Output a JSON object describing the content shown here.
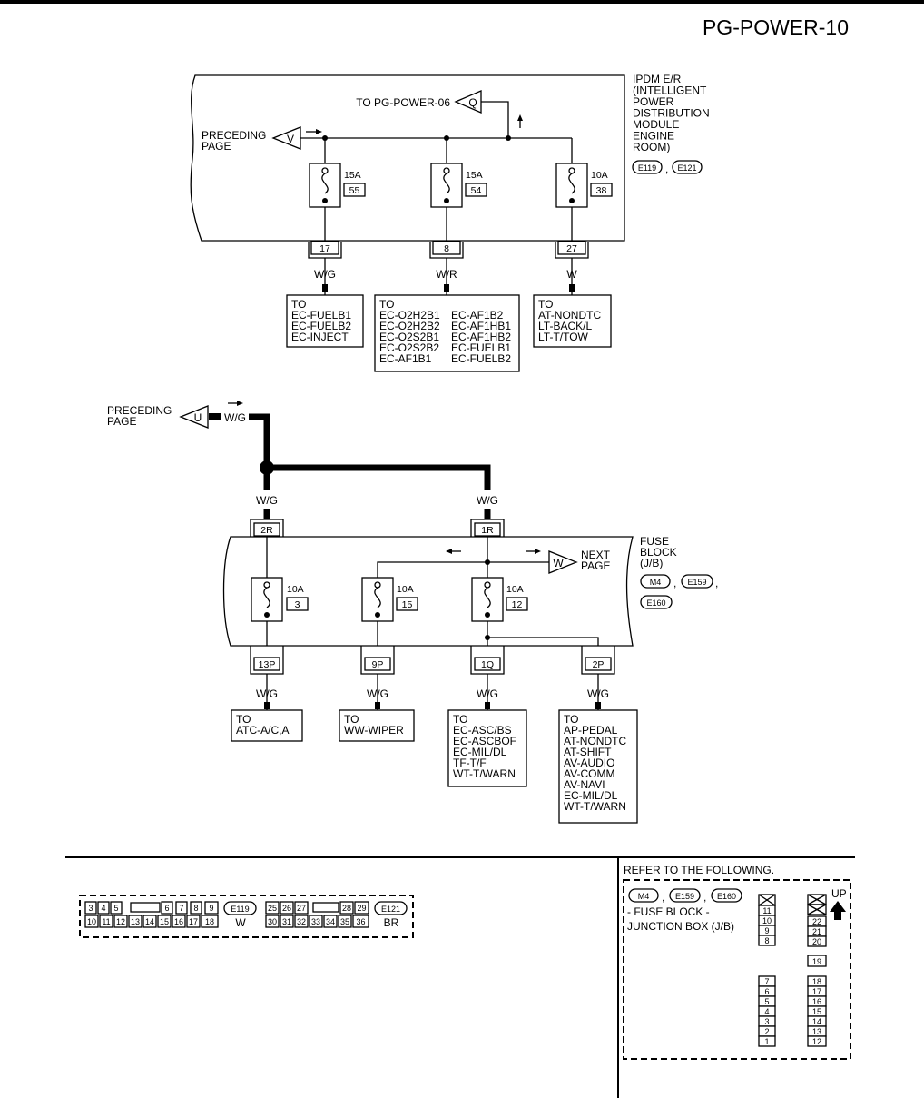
{
  "page_code": "PG-POWER-10",
  "ipdm": {
    "title_lines": [
      "IPDM E/R",
      "(INTELLIGENT",
      "POWER",
      "DISTRIBUTION",
      "MODULE",
      "ENGINE",
      "ROOM)"
    ],
    "connectors": [
      "E119",
      "E121"
    ],
    "preceding_lines": [
      "PRECEDING",
      "PAGE"
    ],
    "preceding_symbol": "V",
    "to_page_label": "TO PG-POWER-06",
    "to_page_symbol": "Q",
    "fuses": [
      {
        "amp": "15A",
        "num": "55",
        "terminal": "17",
        "wire": "W/G"
      },
      {
        "amp": "15A",
        "num": "54",
        "terminal": "8",
        "wire": "W/R"
      },
      {
        "amp": "10A",
        "num": "38",
        "terminal": "27",
        "wire": "W"
      }
    ],
    "dest1": [
      "TO",
      "EC-FUELB1",
      "EC-FUELB2",
      "EC-INJECT"
    ],
    "dest2_col1": [
      "TO",
      "EC-O2H2B1",
      "EC-O2H2B2",
      "EC-O2S2B1",
      "EC-O2S2B2",
      "EC-AF1B1"
    ],
    "dest2_col2": [
      "",
      "EC-AF1B2",
      "EC-AF1HB1",
      "EC-AF1HB2",
      "EC-FUELB1",
      "EC-FUELB2"
    ],
    "dest3": [
      "TO",
      "AT-NONDTC",
      "LT-BACK/L",
      "LT-T/TOW"
    ]
  },
  "fuse_block": {
    "preceding_lines": [
      "PRECEDING",
      "PAGE"
    ],
    "preceding_symbol": "U",
    "preceding_wire": "W/G",
    "title_lines": [
      "FUSE",
      "BLOCK",
      "(J/B)"
    ],
    "connectors": [
      "M4",
      "E159",
      "E160"
    ],
    "next_symbol": "W",
    "next_lines": [
      "NEXT",
      "PAGE"
    ],
    "input_left": {
      "terminal": "2R",
      "wire": "W/G"
    },
    "input_right": {
      "terminal": "1R",
      "wire": "W/G"
    },
    "fuses": [
      {
        "amp": "10A",
        "num": "3"
      },
      {
        "amp": "10A",
        "num": "15"
      },
      {
        "amp": "10A",
        "num": "12"
      }
    ],
    "outputs": [
      {
        "terminal": "13P",
        "wire": "W/G",
        "dest": [
          "TO",
          "ATC-A/C,A"
        ]
      },
      {
        "terminal": "9P",
        "wire": "W/G",
        "dest": [
          "TO",
          "WW-WIPER"
        ]
      },
      {
        "terminal": "1Q",
        "wire": "W/G",
        "dest": [
          "TO",
          "EC-ASC/BS",
          "EC-ASCBOF",
          "EC-MIL/DL",
          "TF-T/F",
          "WT-T/WARN"
        ]
      },
      {
        "terminal": "2P",
        "wire": "W/G",
        "dest": [
          "TO",
          "AP-PEDAL",
          "AT-NONDTC",
          "AT-SHIFT",
          "AV-AUDIO",
          "AV-COMM",
          "AV-NAVI",
          "EC-MIL/DL",
          "WT-T/WARN"
        ]
      }
    ]
  },
  "connector_views": {
    "e119": {
      "top": [
        "3",
        "4",
        "5",
        "",
        "6",
        "7",
        "8",
        "9"
      ],
      "bottom": [
        "10",
        "11",
        "12",
        "13",
        "14",
        "15",
        "16",
        "17",
        "18"
      ],
      "name": "E119",
      "color": "W"
    },
    "e121": {
      "top": [
        "25",
        "26",
        "27",
        "",
        "28",
        "29"
      ],
      "bottom": [
        "30",
        "31",
        "32",
        "33",
        "34",
        "35",
        "36"
      ],
      "name": "E121",
      "color": "BR"
    }
  },
  "reference": {
    "heading": "REFER TO THE FOLLOWING.",
    "connectors": [
      "M4",
      "E159",
      "E160"
    ],
    "description_lines": [
      "- FUSE BLOCK -",
      "JUNCTION BOX (J/B)"
    ],
    "up_label": "UP",
    "left_column_top": [
      "11",
      "10",
      "9",
      "8"
    ],
    "left_column_bottom": [
      "7",
      "6",
      "5",
      "4",
      "3",
      "2",
      "1"
    ],
    "right_column_top": [
      "22",
      "21",
      "20"
    ],
    "right_column_mid": [
      "19"
    ],
    "right_column_bottom": [
      "18",
      "17",
      "16",
      "15",
      "14",
      "13",
      "12"
    ]
  }
}
